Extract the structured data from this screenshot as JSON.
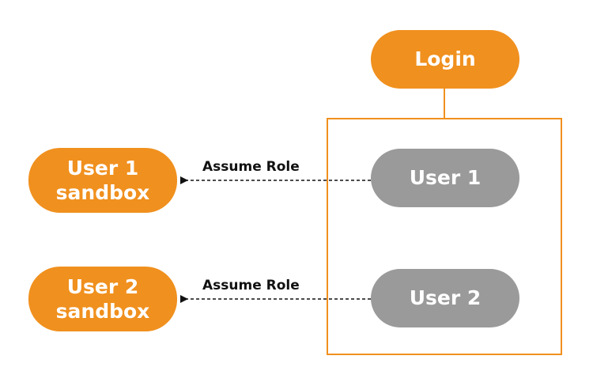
{
  "nodes": {
    "login": "Login",
    "user1": "User 1",
    "user2": "User 2",
    "sandbox1": "User 1\nsandbox",
    "sandbox2": "User 2\nsandbox"
  },
  "edges": {
    "assume_role_1": "Assume Role",
    "assume_role_2": "Assume Role"
  },
  "colors": {
    "orange": "#f0901e",
    "gray": "#9a9a9a",
    "line": "#111111"
  }
}
